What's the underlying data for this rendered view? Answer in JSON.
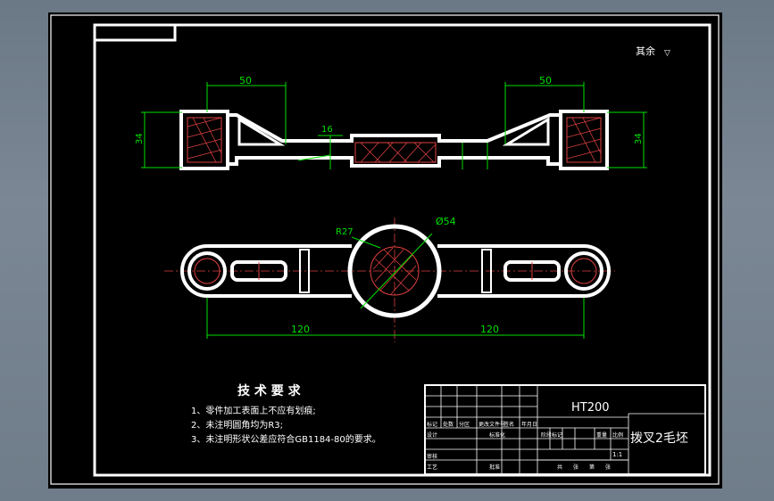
{
  "drawing": {
    "surface_note": "其余",
    "surface_symbol": "▽",
    "top_view": {
      "dim_left": "50",
      "dim_right": "50",
      "dim_left_height": "34",
      "dim_right_height": "34",
      "dim_center": "16"
    },
    "front_view": {
      "dim_r": "R27",
      "dim_phi": "Ø54",
      "dim_left_len": "120",
      "dim_right_len": "120"
    },
    "tech_req": {
      "title": "技 术 要 求",
      "items": [
        "1、零件加工表面上不应有划痕;",
        "2、未注明圆角均为R3;",
        "3、未注明形状公差应符合GB1184-80的要求。"
      ]
    },
    "title_block": {
      "material": "HT200",
      "part_name": "拨叉2毛坯",
      "scale": "1:1",
      "labels": [
        "标记",
        "处数",
        "分区",
        "更改文件号",
        "签名",
        "年月日",
        "设计",
        "标准化",
        "审核",
        "工艺",
        "批准",
        "阶段标记",
        "重量",
        "比例",
        "共",
        "张",
        "第",
        "张"
      ]
    }
  },
  "colors": {
    "background": "#000000",
    "lines": "#ffffff",
    "dimensions": "#00e000",
    "section": "#e04040"
  }
}
